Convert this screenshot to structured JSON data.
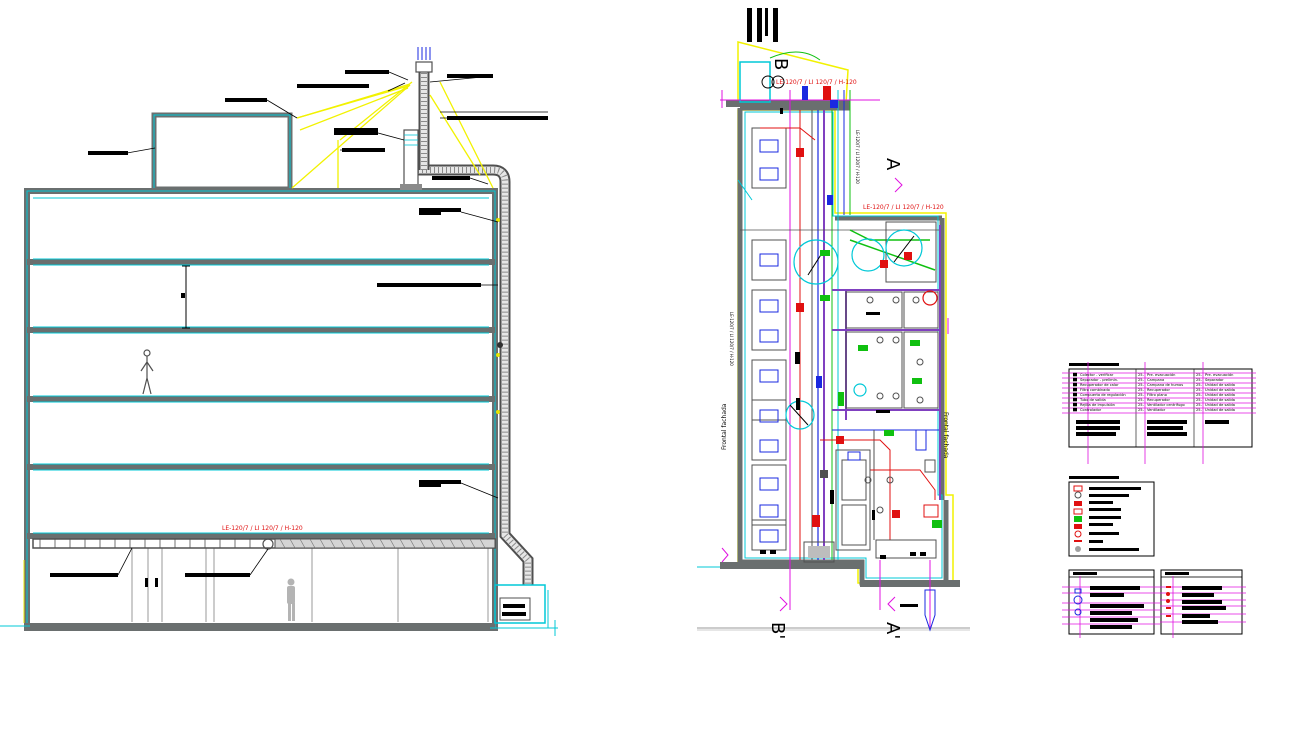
{
  "colors": {
    "wall_gray": "#6a6f6f",
    "outline_cyan": "#00c8d7",
    "duct_gray": "#505050",
    "annot_yellow": "#f2f200",
    "plan_red": "#e01010",
    "plan_blue": "#1a28e0",
    "plan_magenta": "#e010e0",
    "plan_green": "#10c010",
    "plan_purple": "#8040c0",
    "leader_black": "#000000"
  },
  "section": {
    "duct_label": "LE-120/7 / LI 120/7 / H-120"
  },
  "plan": {
    "section_marks": {
      "A_top": "A",
      "B_top": "B",
      "A_bottom": "A'",
      "B_bottom": "B'"
    },
    "side_label_left": "Frontal fachada",
    "side_label_right": "Frontal fachada",
    "duct_label_top": "LE-120/7 / LI 120/7 / H-120",
    "duct_label_bottom": "LE-120/7 / LI 120/7 / H-120",
    "vertical_label_left": "LE-120/7 / LI 120/7 / H-120",
    "vertical_label_right": "LE-120/7 / LI 120/7 / H-120"
  },
  "legend_table": {
    "rows": [
      [
        "Colector - verificar",
        "25-",
        "Pre. evacuación",
        "25-",
        "Pre. evacuación"
      ],
      [
        "Separador - prelimin.",
        "25-",
        "Campana",
        "25-",
        "Separador"
      ],
      [
        "Recuperador de calor",
        "25-",
        "Campana de humos",
        "25-",
        "Unidad de salida"
      ],
      [
        "Filtro combinado",
        "25-",
        "Recuperador",
        "25-",
        "Unidad de salida"
      ],
      [
        "Compuerta de regulación",
        "25-",
        "Filtro plano",
        "25-",
        "Unidad de salida"
      ],
      [
        "Tubo de salida",
        "25-",
        "Recuperador",
        "25-",
        "Unidad de salida"
      ],
      [
        "Rejilla de impulsión",
        "25-",
        "Ventilador centrífugo",
        "25-",
        "Unidad de salida"
      ],
      [
        "Controlador",
        "25-",
        "Ventilador",
        "25-",
        "Unidad de salida"
      ]
    ]
  }
}
